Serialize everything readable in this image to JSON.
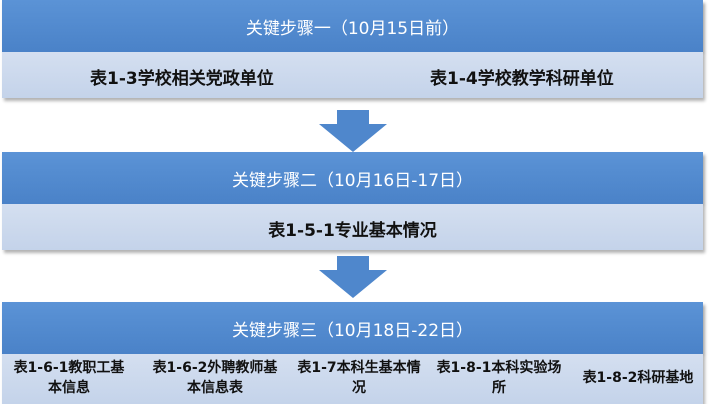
{
  "steps": [
    {
      "header": "关键步骤一（10月15日前）",
      "items": [
        "表1-3学校相关党政单位",
        "表1-4学校教学科研单位"
      ]
    },
    {
      "header": "关键步骤二（10月16日-17日）",
      "items": [
        "表1-5-1专业基本情况"
      ]
    },
    {
      "header": "关键步骤三（10月18日-22日）",
      "items": [
        "表1-6-1教职工基本信息",
        "表1-6-2外聘教师基本信息表",
        "表1-7本科生基本情况",
        "表1-8-1本科实验场所",
        "表1-8-2科研基地"
      ]
    }
  ],
  "colors": {
    "header_fill": "#4f87cc",
    "body_fill": "#ccd9ee",
    "arrow_fill": "#4f87cc"
  }
}
